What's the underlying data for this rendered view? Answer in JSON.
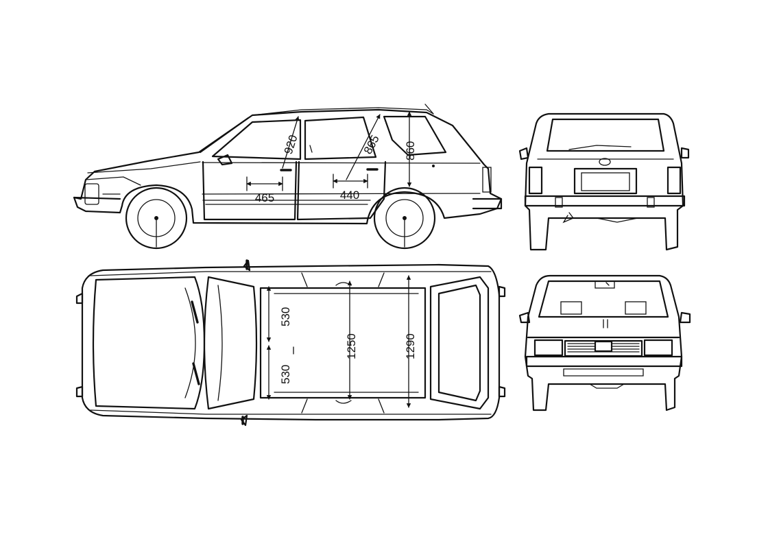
{
  "dimensions": {
    "front_headroom": "920",
    "rear_headroom": "865",
    "cargo_height": "860",
    "front_legroom": "465",
    "rear_legroom": "440",
    "front_seat_width_left": "530",
    "front_seat_width_right": "530",
    "rear_width": "1250",
    "cargo_width": "1290"
  },
  "colors": {
    "line": "#111111",
    "background": "#ffffff"
  }
}
